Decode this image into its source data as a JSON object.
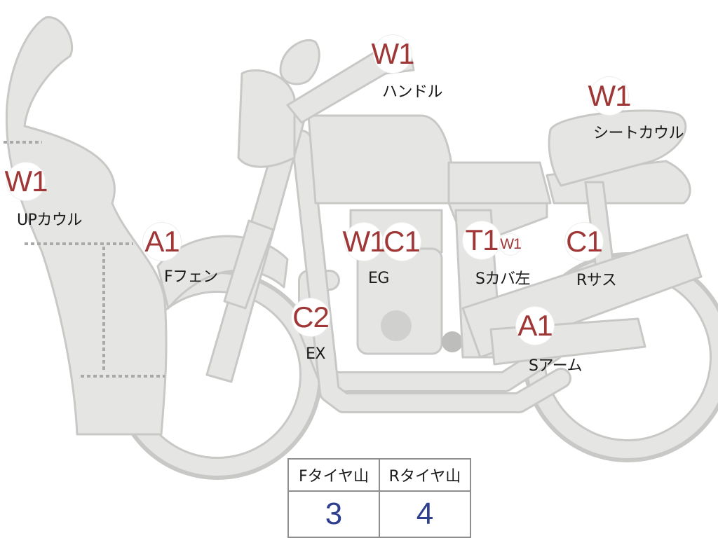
{
  "parts": [
    {
      "id": "up-cowl",
      "label": "UPカウル",
      "badges": [
        {
          "code": "W1",
          "size": "big"
        }
      ]
    },
    {
      "id": "f-fender",
      "label": "Fフェン",
      "badges": [
        {
          "code": "A1",
          "size": "big"
        }
      ]
    },
    {
      "id": "handle",
      "label": "ハンドル",
      "badges": [
        {
          "code": "W1",
          "size": "big"
        }
      ]
    },
    {
      "id": "seat-cowl",
      "label": "シートカウル",
      "badges": [
        {
          "code": "W1",
          "size": "big"
        }
      ]
    },
    {
      "id": "engine",
      "label": "EG",
      "badges": [
        {
          "code": "W1",
          "size": "big"
        },
        {
          "code": "C1",
          "size": "big"
        }
      ]
    },
    {
      "id": "side-cover-left",
      "label": "Sカバ左",
      "badges": [
        {
          "code": "T1",
          "size": "big"
        },
        {
          "code": "W1",
          "size": "small"
        }
      ]
    },
    {
      "id": "rear-suspension",
      "label": "Rサス",
      "badges": [
        {
          "code": "C1",
          "size": "big"
        }
      ]
    },
    {
      "id": "exhaust",
      "label": "EX",
      "badges": [
        {
          "code": "C2",
          "size": "big"
        }
      ]
    },
    {
      "id": "swing-arm",
      "label": "Sアーム",
      "badges": [
        {
          "code": "A1",
          "size": "big"
        }
      ]
    }
  ],
  "tire_tread": {
    "front": {
      "header": "Fタイヤ山",
      "value": "3"
    },
    "rear": {
      "header": "Rタイヤ山",
      "value": "4"
    }
  },
  "colors": {
    "part_fill": "#e5e5e3",
    "part_outline": "#c8c8c6",
    "badge_text": "#a03737",
    "tread_value": "#2e3f8f"
  }
}
